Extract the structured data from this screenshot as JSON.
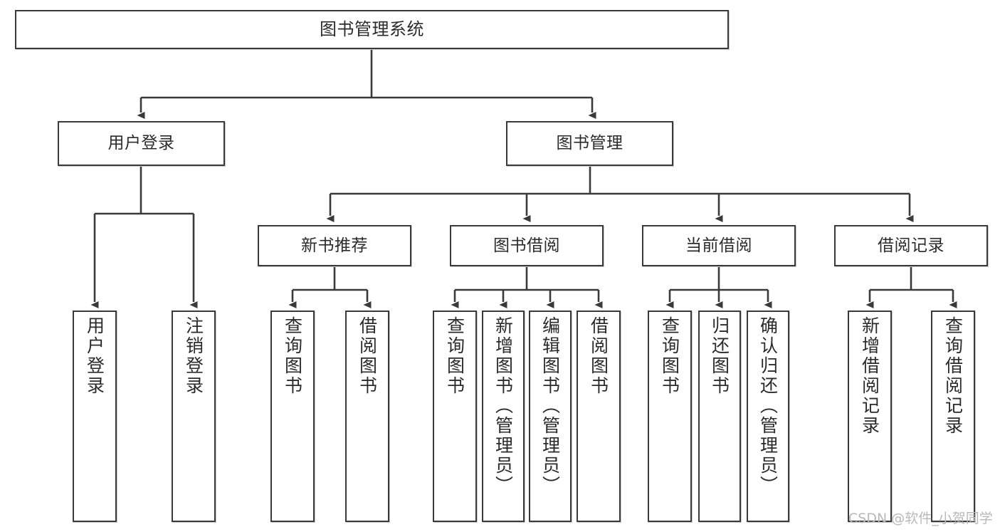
{
  "diagram": {
    "title": "图书管理系统",
    "type": "tree-hierarchy-chart",
    "line_color": "#3a3a3a",
    "box_fill": "#ffffff",
    "text_color": "#2b2b2b",
    "root": {
      "label": "图书管理系统"
    },
    "level2": [
      {
        "label": "用户登录"
      },
      {
        "label": "图书管理"
      }
    ],
    "level3": [
      {
        "label": "新书推荐"
      },
      {
        "label": "图书借阅"
      },
      {
        "label": "当前借阅"
      },
      {
        "label": "借阅记录"
      }
    ],
    "leaves": {
      "user_login": [
        {
          "label": "用户登录"
        },
        {
          "label": "注销登录"
        }
      ],
      "new_book_recommend": [
        {
          "label": "查询图书"
        },
        {
          "label": "借阅图书"
        }
      ],
      "book_borrow": [
        {
          "label": "查询图书"
        },
        {
          "label": "新增图书（管理员）"
        },
        {
          "label": "编辑图书（管理员）"
        },
        {
          "label": "借阅图书"
        }
      ],
      "current_borrow": [
        {
          "label": "查询图书"
        },
        {
          "label": "归还图书"
        },
        {
          "label": "确认归还（管理员）"
        }
      ],
      "borrow_record": [
        {
          "label": "新增借阅记录"
        },
        {
          "label": "查询借阅记录"
        }
      ]
    }
  },
  "watermark": {
    "text": "CSDN @软件_小贺同学"
  }
}
